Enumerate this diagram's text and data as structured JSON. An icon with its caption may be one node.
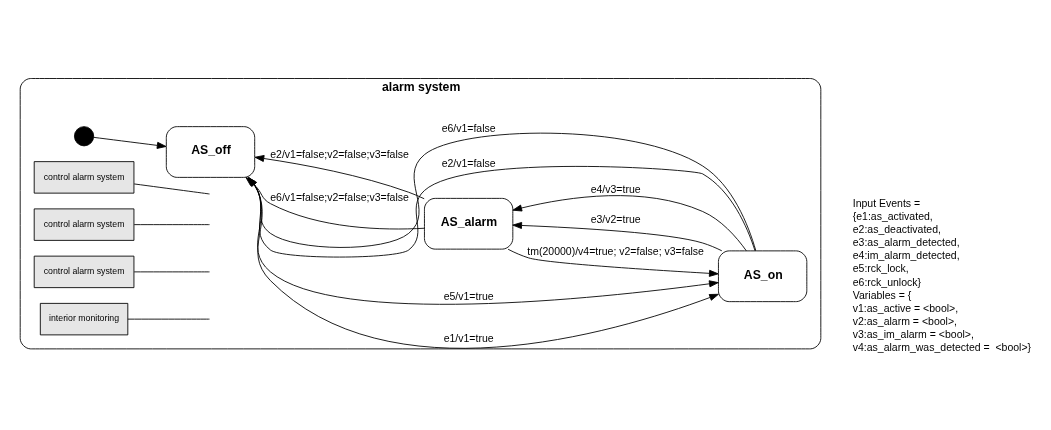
{
  "diagram": {
    "nodes": [
      {
        "text": [
          "alarm system"
        ]
      },
      {
        "text": [],
        "shape": "circle",
        "in": 0
      },
      {
        "text": [
          "control alarm system"
        ],
        "in": 0
      },
      {
        "text": [
          "control alarm system"
        ],
        "in": 0
      },
      {
        "text": [
          "AS_off"
        ],
        "in": 0
      },
      {
        "text": [
          "AS_on"
        ],
        "in": 0
      },
      {
        "text": [
          "control alarm system"
        ],
        "in": 0
      },
      {
        "text": [
          "AS_alarm"
        ],
        "in": 0
      },
      {
        "text": [
          "interior monitoring"
        ],
        "in": 0
      }
    ],
    "edges": [
      {
        "from": 1,
        "to": 4,
        "arrow": "to"
      },
      {
        "from": 4,
        "to": 5,
        "arrow": "to",
        "label": "e1/v1=true"
      },
      {
        "from": 4,
        "to": 5,
        "arrow": "to",
        "label": "e5/v1=true"
      },
      {
        "from": 5,
        "to": 4,
        "arrow": "to",
        "label": "e2/v1=false"
      },
      {
        "from": 5,
        "to": 4,
        "arrow": "to",
        "label": "e6/v1=false"
      },
      {
        "from": 5,
        "to": 7,
        "arrow": "to",
        "label": "e3/v2=true"
      },
      {
        "from": 5,
        "to": 7,
        "arrow": "to",
        "label": "e4/v3=true"
      },
      {
        "from": 7,
        "to": 5,
        "arrow": "to",
        "label": "tm(20000)/v4=true; v2=false; v3=false"
      },
      {
        "from": 7,
        "to": 4,
        "arrow": "to",
        "label": "e6/v1=false;v2=false;v3=false"
      },
      {
        "from": 7,
        "to": 4,
        "arrow": "to",
        "label": "e2/v1=false;v2=false;v3=false"
      },
      {
        "from": 2,
        "to": null,
        "arrow": "none"
      },
      {
        "from": 3,
        "to": null,
        "arrow": "none"
      },
      {
        "from": 6,
        "to": null,
        "arrow": "none"
      },
      {
        "from": 8,
        "to": null,
        "arrow": "none"
      }
    ],
    "labels": [
      "Input Events =",
      "{e1:as_activated,",
      "e2:as_deactivated,",
      "e3:as_alarm_detected,",
      "e4:im_alarm_detected,",
      "e5:rck_lock,",
      "e6:rck_unlock}",
      "Variables = {",
      "v1:as_active = <bool>,",
      "v2:as_alarm = <bool>,",
      "v3:as_im_alarm = <bool>,",
      "v4:as_alarm_was_detected =  <bool>}"
    ]
  }
}
